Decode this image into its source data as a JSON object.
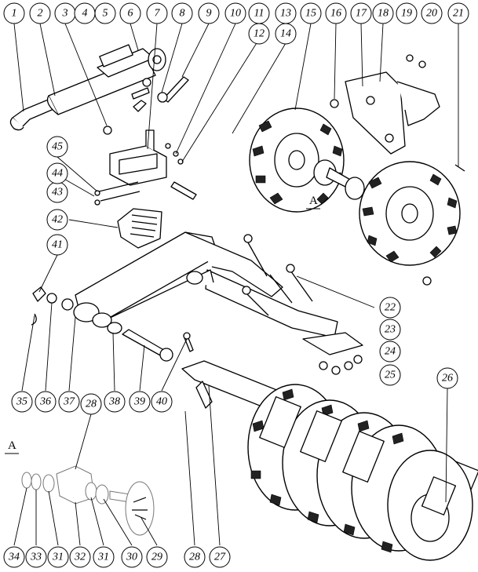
{
  "section_marker": "A",
  "inset_label": "A",
  "callouts": [
    {
      "id": "c1",
      "label": "1"
    },
    {
      "id": "c2",
      "label": "2"
    },
    {
      "id": "c3",
      "label": "3"
    },
    {
      "id": "c4",
      "label": "4"
    },
    {
      "id": "c5",
      "label": "5"
    },
    {
      "id": "c6",
      "label": "6"
    },
    {
      "id": "c7",
      "label": "7"
    },
    {
      "id": "c8",
      "label": "8"
    },
    {
      "id": "c9",
      "label": "9"
    },
    {
      "id": "c10",
      "label": "10"
    },
    {
      "id": "c11",
      "label": "11"
    },
    {
      "id": "c12",
      "label": "12"
    },
    {
      "id": "c13",
      "label": "13"
    },
    {
      "id": "c14",
      "label": "14"
    },
    {
      "id": "c15",
      "label": "15"
    },
    {
      "id": "c16",
      "label": "16"
    },
    {
      "id": "c17",
      "label": "17"
    },
    {
      "id": "c18",
      "label": "18"
    },
    {
      "id": "c19",
      "label": "19"
    },
    {
      "id": "c20",
      "label": "20"
    },
    {
      "id": "c21",
      "label": "21"
    },
    {
      "id": "c22",
      "label": "22"
    },
    {
      "id": "c23",
      "label": "23"
    },
    {
      "id": "c24",
      "label": "24"
    },
    {
      "id": "c25",
      "label": "25"
    },
    {
      "id": "c26",
      "label": "26"
    },
    {
      "id": "c27",
      "label": "27"
    },
    {
      "id": "c28a",
      "label": "28"
    },
    {
      "id": "c28b",
      "label": "28"
    },
    {
      "id": "c29",
      "label": "29"
    },
    {
      "id": "c30",
      "label": "30"
    },
    {
      "id": "c31a",
      "label": "31"
    },
    {
      "id": "c31b",
      "label": "31"
    },
    {
      "id": "c32",
      "label": "32"
    },
    {
      "id": "c33",
      "label": "33"
    },
    {
      "id": "c34",
      "label": "34"
    },
    {
      "id": "c35",
      "label": "35"
    },
    {
      "id": "c36",
      "label": "36"
    },
    {
      "id": "c37",
      "label": "37"
    },
    {
      "id": "c38",
      "label": "38"
    },
    {
      "id": "c39",
      "label": "39"
    },
    {
      "id": "c40",
      "label": "40"
    },
    {
      "id": "c41",
      "label": "41"
    },
    {
      "id": "c42",
      "label": "42"
    },
    {
      "id": "c43",
      "label": "43"
    },
    {
      "id": "c44",
      "label": "44"
    },
    {
      "id": "c45",
      "label": "45"
    }
  ]
}
